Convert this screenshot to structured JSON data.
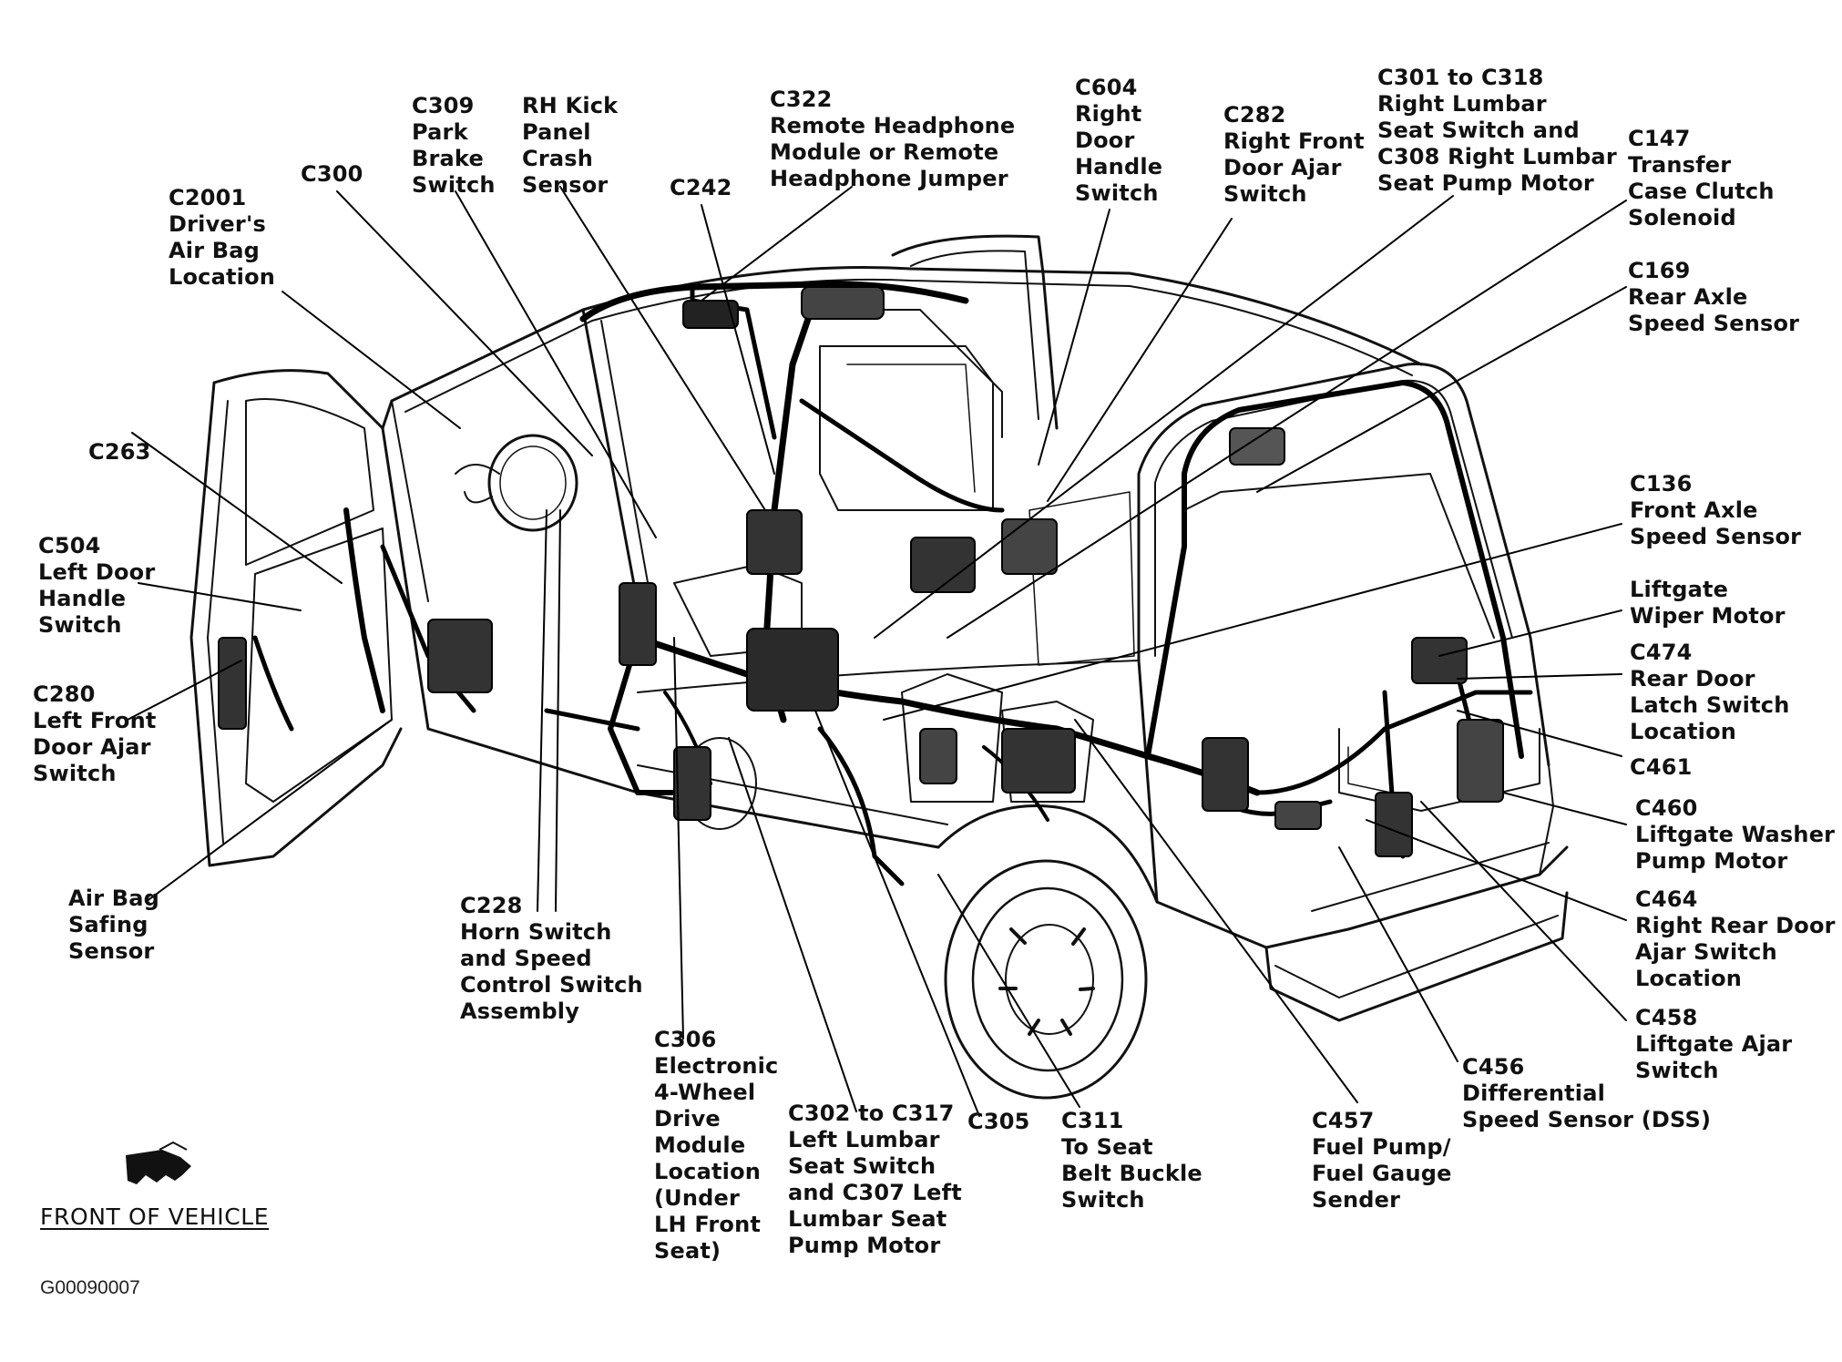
{
  "figure_id": "G00090007",
  "front_of_vehicle": "FRONT OF VEHICLE",
  "front_marker_icon": "vehicle-silhouette-icon",
  "colors": {
    "ink": "#111111",
    "background": "#ffffff"
  },
  "callouts": [
    {
      "key": "c2001",
      "text": "C2001\nDriver's\nAir Bag\nLocation"
    },
    {
      "key": "c300",
      "text": "C300"
    },
    {
      "key": "c309",
      "text": "C309\nPark\nBrake\nSwitch"
    },
    {
      "key": "rh-kick",
      "text": "RH Kick\nPanel\nCrash\nSensor"
    },
    {
      "key": "c242",
      "text": "C242"
    },
    {
      "key": "c322",
      "text": "C322\nRemote Headphone\nModule or Remote\nHeadphone Jumper"
    },
    {
      "key": "c604",
      "text": "C604\nRight\nDoor\nHandle\nSwitch"
    },
    {
      "key": "c282",
      "text": "C282\nRight Front\nDoor Ajar\nSwitch"
    },
    {
      "key": "c301",
      "text": "C301 to C318\nRight Lumbar\nSeat Switch and\nC308 Right Lumbar\nSeat Pump Motor"
    },
    {
      "key": "c147",
      "text": "C147\nTransfer\nCase Clutch\nSolenoid"
    },
    {
      "key": "c169",
      "text": "C169\nRear Axle\nSpeed Sensor"
    },
    {
      "key": "c263",
      "text": "C263"
    },
    {
      "key": "c504",
      "text": "C504\nLeft Door\nHandle\nSwitch"
    },
    {
      "key": "c280",
      "text": "C280\nLeft Front\nDoor Ajar\nSwitch"
    },
    {
      "key": "c136",
      "text": "C136\nFront Axle\nSpeed Sensor"
    },
    {
      "key": "liftgate-wiper",
      "text": "Liftgate\nWiper Motor"
    },
    {
      "key": "c474",
      "text": "C474\nRear Door\nLatch Switch\nLocation"
    },
    {
      "key": "c461",
      "text": "C461"
    },
    {
      "key": "c460",
      "text": "C460\nLiftgate Washer\nPump Motor"
    },
    {
      "key": "c464",
      "text": "C464\nRight Rear Door\nAjar Switch\nLocation"
    },
    {
      "key": "c458",
      "text": "C458\nLiftgate Ajar\nSwitch"
    },
    {
      "key": "airbag-safing",
      "text": "Air Bag\nSafing\nSensor"
    },
    {
      "key": "c228",
      "text": "C228\nHorn Switch\nand Speed\nControl Switch\nAssembly"
    },
    {
      "key": "c306",
      "text": "C306\nElectronic\n4-Wheel\nDrive\nModule\nLocation\n(Under\nLH Front\nSeat)"
    },
    {
      "key": "c302",
      "text": "C302 to C317\nLeft Lumbar\nSeat Switch\nand C307 Left\nLumbar Seat\nPump Motor"
    },
    {
      "key": "c305",
      "text": "C305"
    },
    {
      "key": "c311",
      "text": "C311\nTo Seat\nBelt Buckle\nSwitch"
    },
    {
      "key": "c457",
      "text": "C457\nFuel Pump/\nFuel Gauge\nSender"
    },
    {
      "key": "c456",
      "text": "C456\nDifferential\nSpeed Sensor (DSS)"
    }
  ]
}
